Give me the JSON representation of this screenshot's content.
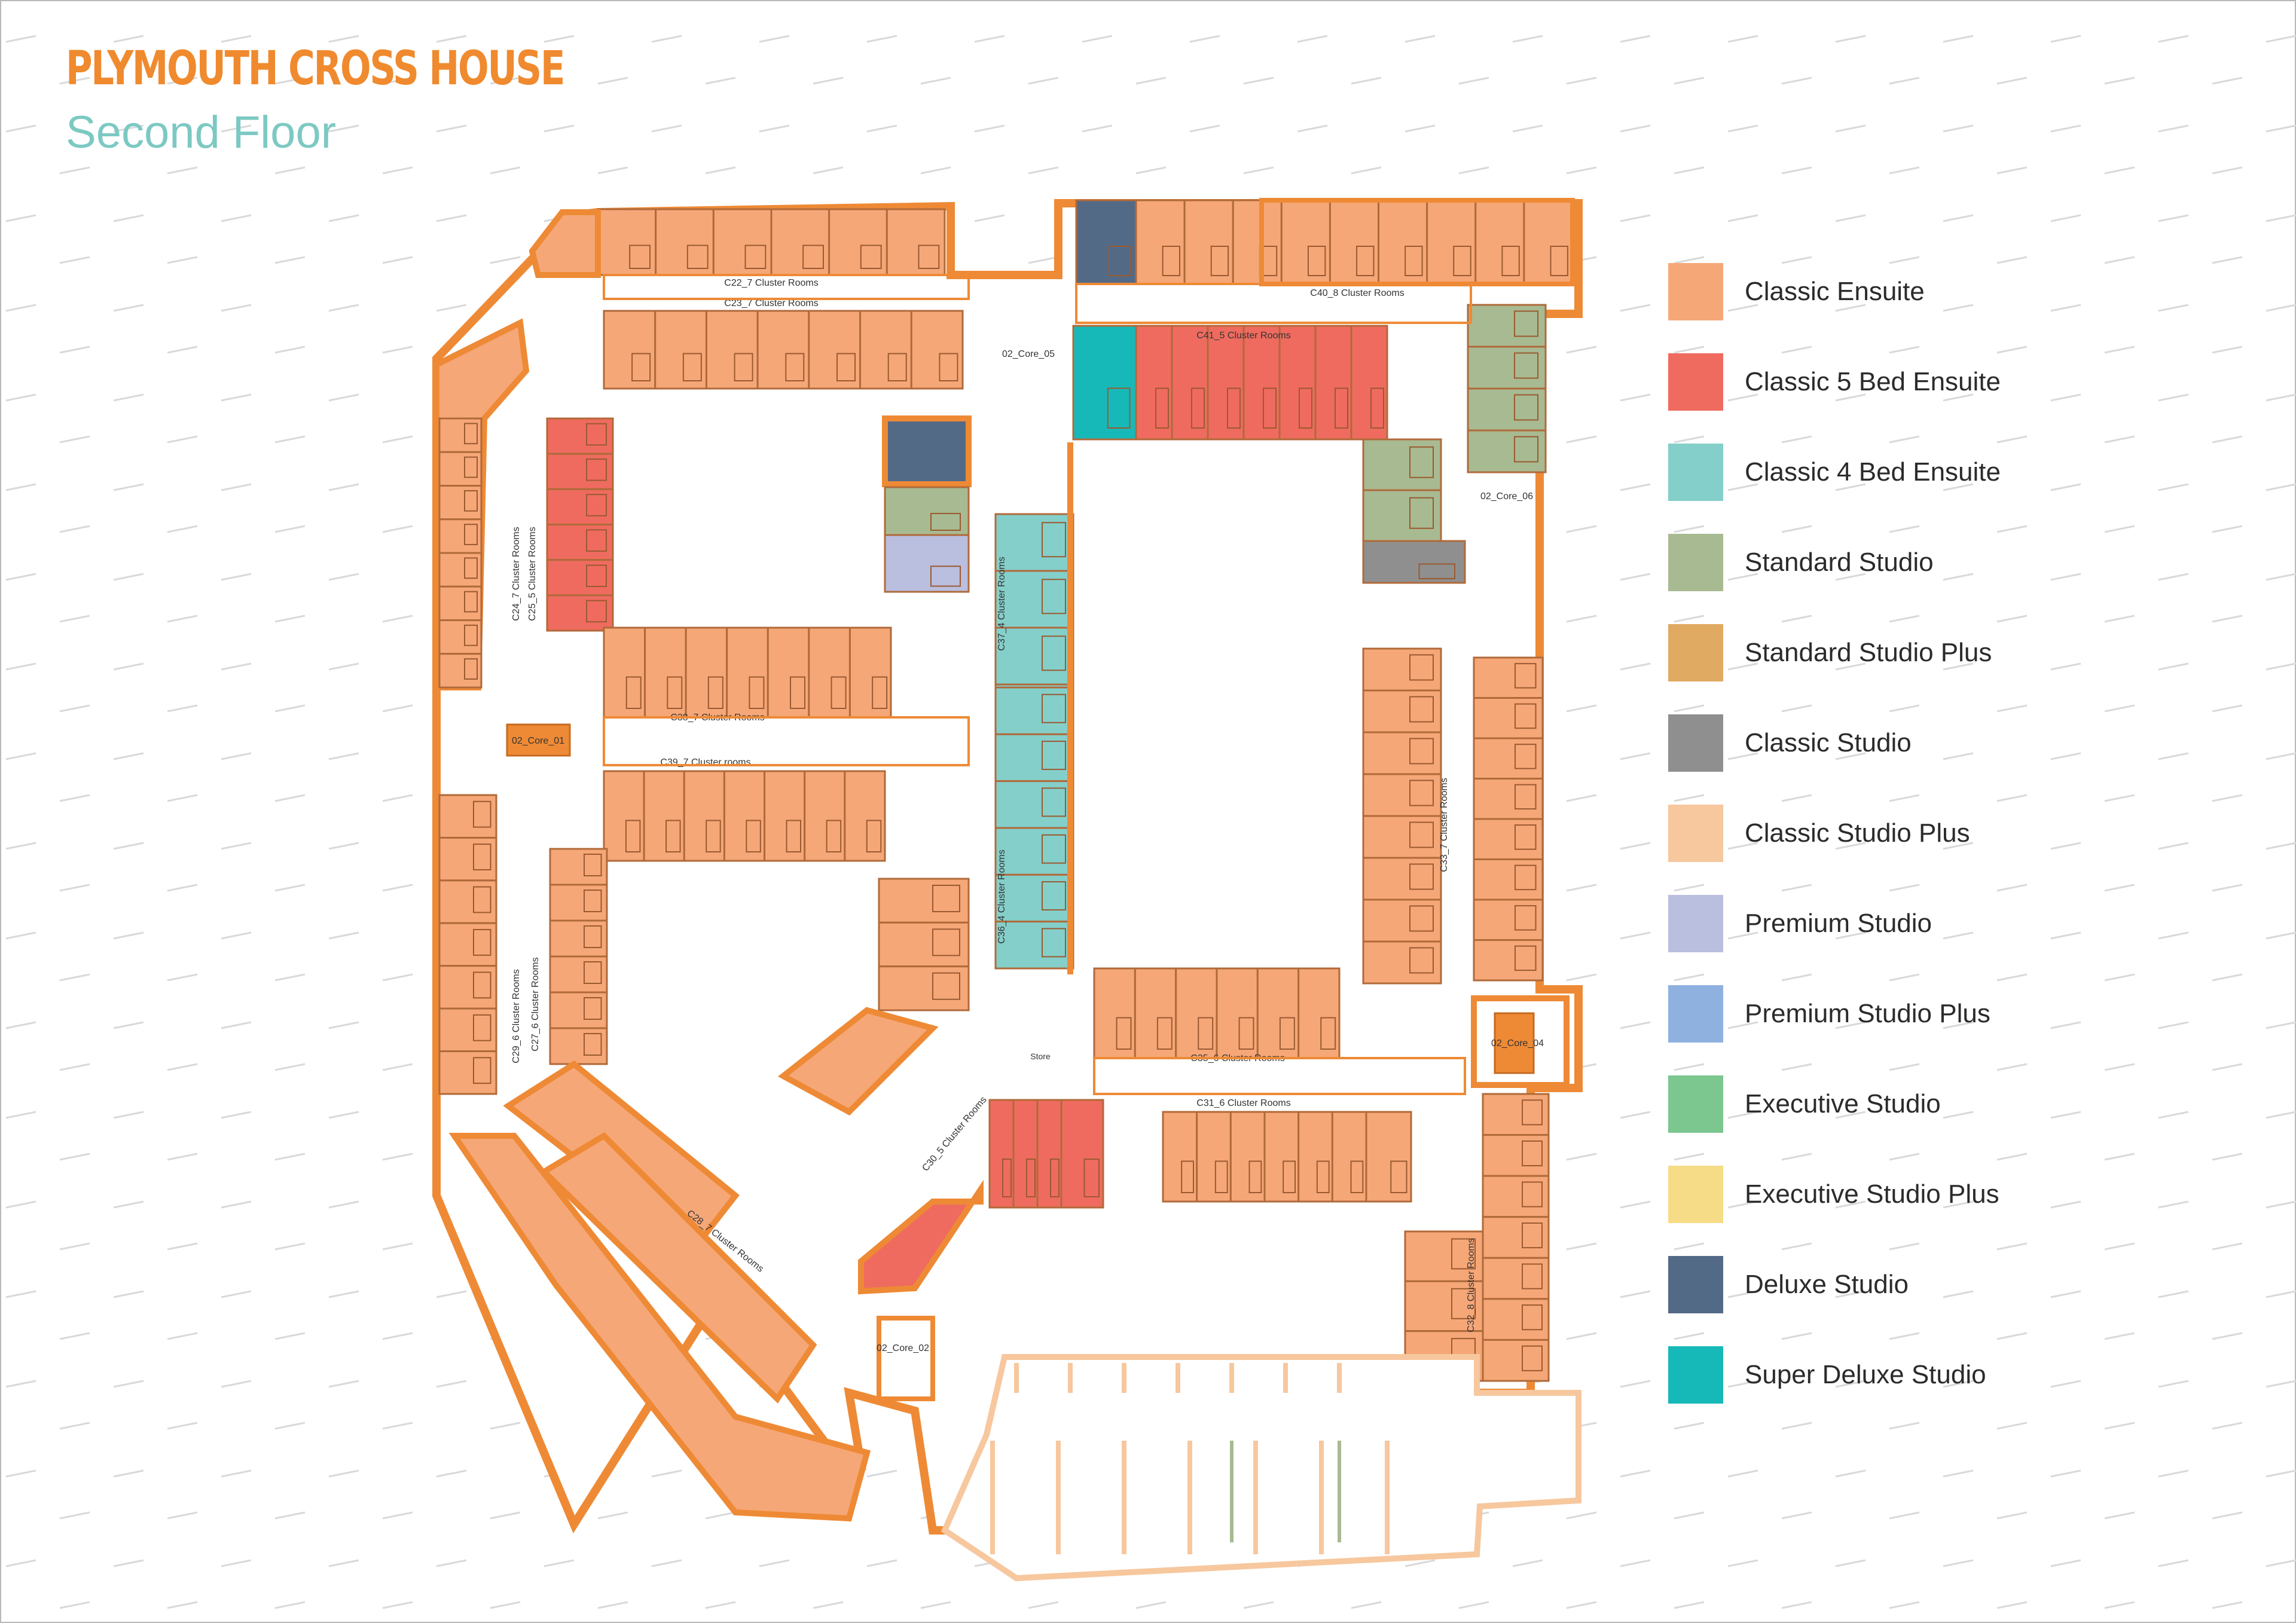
{
  "header": {
    "title": "PLYMOUTH CROSS HOUSE",
    "subtitle": "Second Floor"
  },
  "colors": {
    "title": "#F08A2E",
    "subtitle": "#7CC9C3",
    "wall": "#EE8A35",
    "corridor": "#FFFFFF",
    "frame": "#B9B9B9"
  },
  "plan": {
    "cluster_labels": [
      "C22_7 Cluster Rooms",
      "C23_7 Cluster Rooms",
      "C40_8 Cluster Rooms",
      "C41_5 Cluster Rooms",
      "C24_7 Cluster Rooms",
      "C25_5 Cluster Rooms",
      "C37_4 Cluster Rooms",
      "C38_7 Cluster Rooms",
      "C39_7 Cluster rooms",
      "C36_4 Cluster Rooms",
      "C33_7 Cluster Rooms",
      "C29_6 Cluster Rooms",
      "C27_6 Cluster Rooms",
      "C35_6 Cluster Rooms",
      "C31_6 Cluster Rooms",
      "C30_5 Cluster Rooms",
      "C28_7 Cluster Rooms",
      "C32_8 Cluster Rooms"
    ],
    "cores": [
      "02_Core_01",
      "02_Core_05",
      "02_Core_06",
      "02_Core_04",
      "02_Core_02"
    ],
    "store_label": "Store"
  },
  "legend": [
    {
      "label": "Classic Ensuite",
      "color": "#F6A778"
    },
    {
      "label": "Classic 5 Bed Ensuite",
      "color": "#EF6B5F"
    },
    {
      "label": "Classic 4 Bed Ensuite",
      "color": "#84CFCA"
    },
    {
      "label": "Standard Studio",
      "color": "#A8BA91"
    },
    {
      "label": "Standard Studio Plus",
      "color": "#E0AA62"
    },
    {
      "label": "Classic Studio",
      "color": "#8F8F8F"
    },
    {
      "label": "Classic Studio Plus",
      "color": "#F7C79E"
    },
    {
      "label": "Premium Studio",
      "color": "#BABEDF"
    },
    {
      "label": "Premium Studio Plus",
      "color": "#8FB1E0"
    },
    {
      "label": "Executive Studio",
      "color": "#7BC78F"
    },
    {
      "label": "Executive Studio Plus",
      "color": "#F6DC86"
    },
    {
      "label": "Deluxe Studio",
      "color": "#536A86"
    },
    {
      "label": "Super Deluxe Studio",
      "color": "#17B9B8"
    }
  ]
}
